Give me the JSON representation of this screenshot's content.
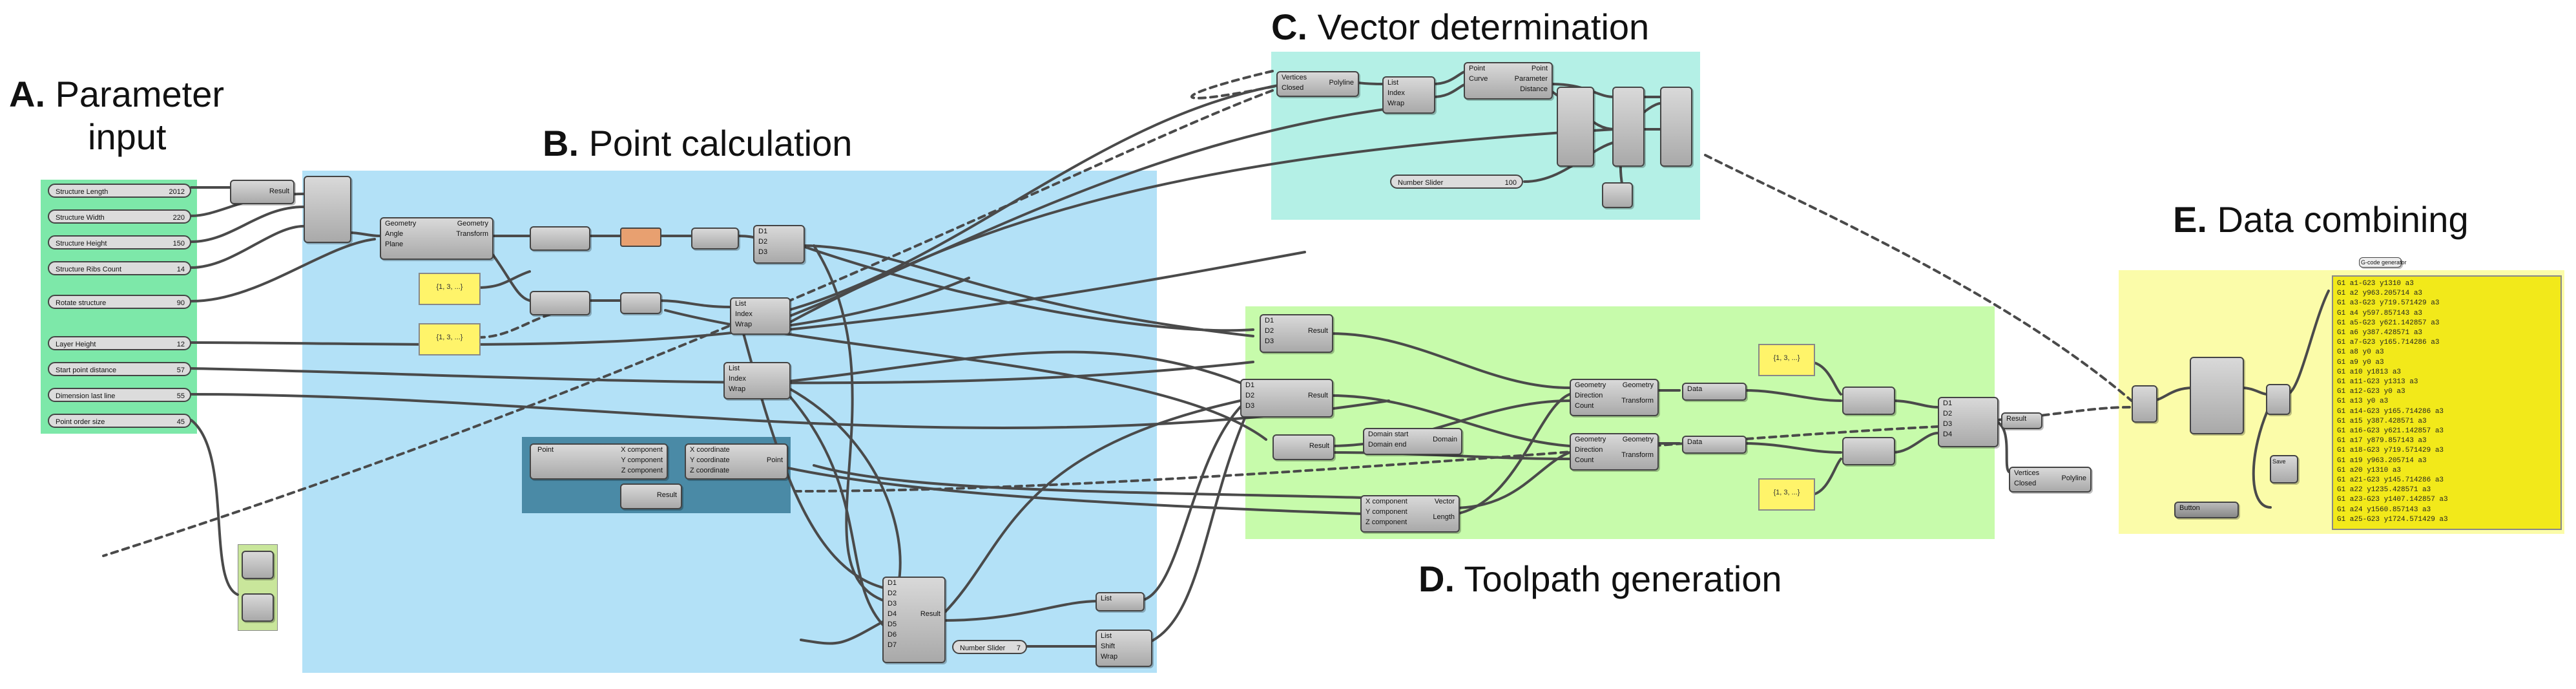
{
  "headers": {
    "A": {
      "letter": "A.",
      "line1": "Parameter",
      "line2": "input"
    },
    "B": {
      "letter": "B.",
      "text": "Point calculation"
    },
    "C": {
      "letter": "C.",
      "text": "Vector determination"
    },
    "D": {
      "letter": "D.",
      "text": "Toolpath generation"
    },
    "E": {
      "letter": "E.",
      "text": "Data combining"
    }
  },
  "sliders": [
    {
      "label": "Structure Length",
      "value": "2012"
    },
    {
      "label": "Structure Width",
      "value": "220"
    },
    {
      "label": "Structure Height",
      "value": "150"
    },
    {
      "label": "Structure Ribs Count",
      "value": "14"
    },
    {
      "label": "Rotate structure",
      "value": "90"
    },
    {
      "label": "Layer Height",
      "value": "12"
    },
    {
      "label": "Start point distance",
      "value": "57"
    },
    {
      "label": "Dimension last line",
      "value": "55"
    },
    {
      "label": "Point order size",
      "value": "45"
    }
  ],
  "number_slider_c": {
    "label": "Number Slider",
    "value": "100"
  },
  "number_slider_b": {
    "label": "Number Slider",
    "value": "7"
  },
  "panels": {
    "brace": "{1, 3, ...}"
  },
  "components": {
    "result": "Result",
    "geometry": "Geometry",
    "angle": "Angle",
    "plane": "Plane",
    "transform": "Transform",
    "list": "List",
    "index": "Index",
    "wrap": "Wrap",
    "vertices": "Vertices",
    "closed": "Closed",
    "polyline": "Polyline",
    "count": "Count",
    "point": "Point",
    "curve": "Curve",
    "parameter": "Parameter",
    "distance": "Distance",
    "direction": "Direction",
    "data": "Data",
    "domain_start": "Domain start",
    "domain_end": "Domain end",
    "domain": "Domain",
    "x_component": "X component",
    "y_component": "Y component",
    "z_component": "Z component",
    "x_coordinate": "X coordinate",
    "y_coordinate": "Y coordinate",
    "z_coordinate": "Z coordinate",
    "vector": "Vector",
    "length": "Length",
    "shift": "Shift",
    "button": "Button",
    "save": "Save",
    "gcode": "G-code generator",
    "ports_d": [
      "D1",
      "D2",
      "D3",
      "D4",
      "D5",
      "D6",
      "D7"
    ]
  },
  "gcode_lines": [
    "G1 a1-G23 y1310 a3",
    "G1 a2 y963.205714 a3",
    "G1 a3-G23 y719.571429 a3",
    "G1 a4 y597.857143 a3",
    "G1 a5-G23 y621.142857 a3",
    "G1 a6 y387.428571 a3",
    "G1 a7-G23 y165.714286 a3",
    "G1 a8 y0 a3",
    "G1 a9 y0 a3",
    "G1 a10 y1813 a3",
    "G1 a11-G23 y1313 a3",
    "G1 a12-G23 y0 a3",
    "G1 a13 y0 a3",
    "G1 a14-G23 y165.714286 a3",
    "G1 a15 y387.428571 a3",
    "G1 a16-G23 y621.142857 a3",
    "G1 a17 y879.857143 a3",
    "G1 a18-G23 y719.571429 a3",
    "G1 a19 y963.205714 a3",
    "G1 a20 y1310 a3",
    "G1 a21-G23 y145.714286 a3",
    "G1 a22 y1235.428571 a3",
    "G1 a23-G23 y1407.142857 a3",
    "G1 a24 y1560.857143 a3",
    "G1 a25-G23 y1724.571429 a3"
  ]
}
